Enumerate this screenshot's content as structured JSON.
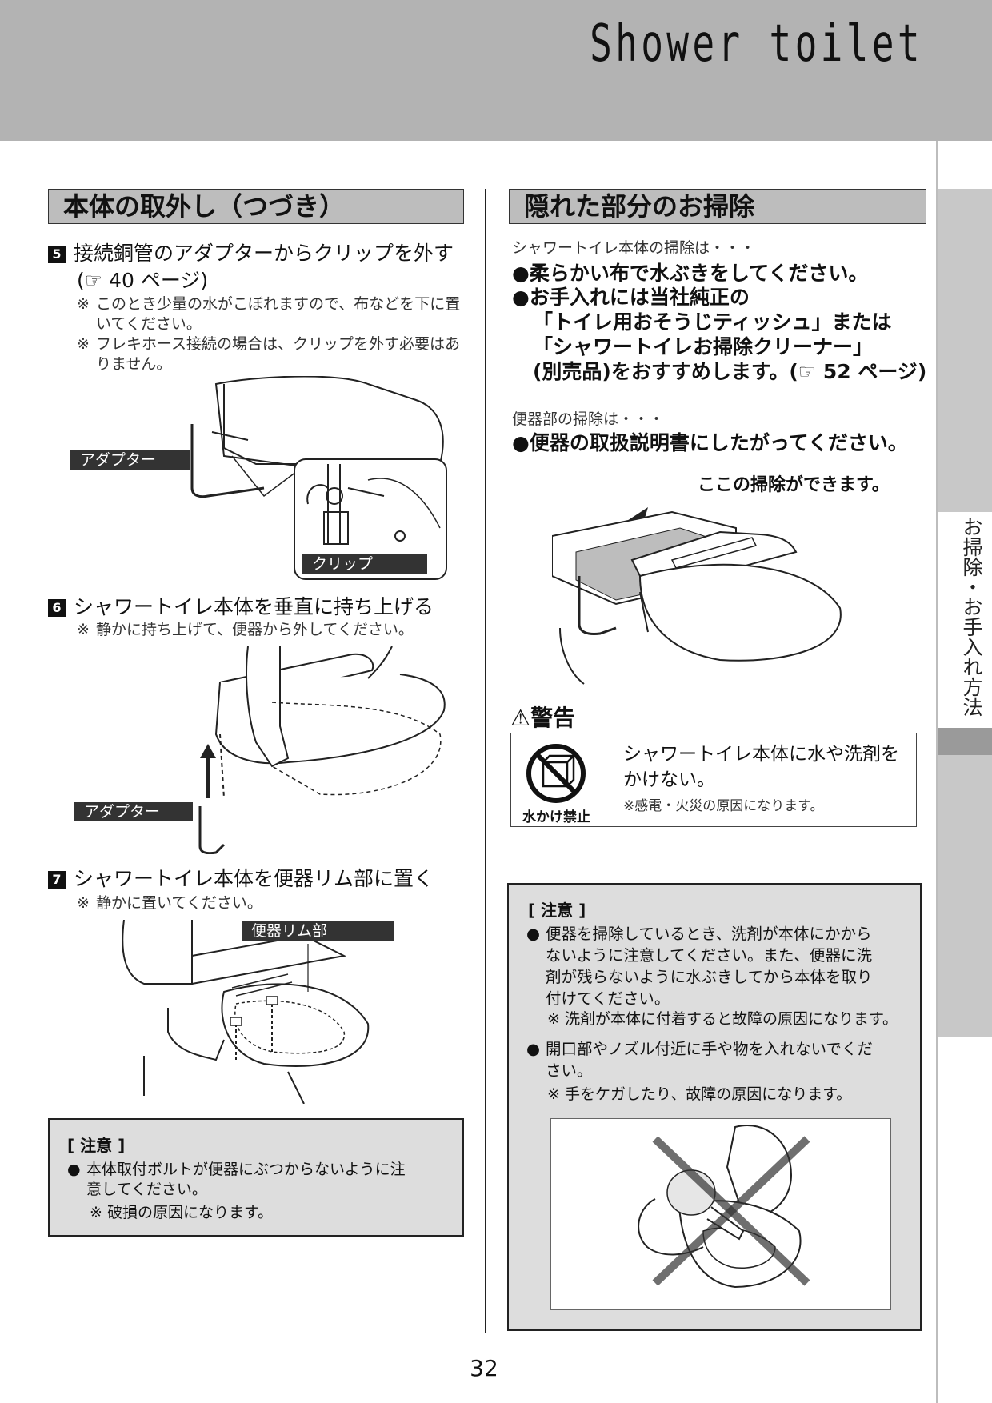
{
  "header": {
    "brand": "Shower toilet"
  },
  "side_tab": {
    "text": "お掃除・お手入れ方法"
  },
  "left": {
    "title": "本体の取外し（つづき）",
    "step5": {
      "num": "5",
      "line1": "接続銅管のアダプターからクリップを外す",
      "line2": "(☞ 40 ページ)",
      "notes": [
        {
          "mark": "※",
          "text": "このとき少量の水がこぼれますので、布などを下に置いてください。"
        },
        {
          "mark": "※",
          "text": "フレキホース接続の場合は、クリップを外す必要はありません。"
        }
      ],
      "label_adapter": "アダプター",
      "label_clip": "クリップ"
    },
    "step6": {
      "num": "6",
      "line1": "シャワートイレ本体を垂直に持ち上げる",
      "note": {
        "mark": "※",
        "text": "静かに持ち上げて、便器から外してください。"
      },
      "label_adapter": "アダプター"
    },
    "step7": {
      "num": "7",
      "line1": "シャワートイレ本体を便器リム部に置く",
      "note": {
        "mark": "※",
        "text": "静かに置いてください。"
      },
      "label_rim": "便器リム部"
    },
    "caution": {
      "title": "[ 注意 ]",
      "bullet": "●",
      "line1": "本体取付ボルトが便器にぶつからないように注",
      "line2": "意してください。",
      "sub": "※ 破損の原因になります。"
    }
  },
  "right": {
    "title": "隠れた部分のお掃除",
    "intro1": "シャワートイレ本体の掃除は・・・",
    "bullets1": [
      {
        "mark": "●",
        "lines": [
          "柔らかい布で水ぶきをしてください。"
        ]
      },
      {
        "mark": "●",
        "lines": [
          "お手入れには当社純正の",
          "「トイレ用おそうじティッシュ」または",
          "「シャワートイレお掃除クリーナー」",
          "(別売品)をおすすめします。(☞ 52 ページ)"
        ]
      }
    ],
    "intro2": "便器部の掃除は・・・",
    "bullet2": {
      "mark": "●",
      "text": "便器の取扱説明書にしたがってください。"
    },
    "callout": "ここの掃除ができます。",
    "warning": {
      "title": "警告",
      "icon_label": "水かけ禁止",
      "line1": "シャワートイレ本体に水や洗剤を",
      "line2": "かけない。",
      "sub": "※感電・火災の原因になります。"
    },
    "caution": {
      "title": "[ 注意 ]",
      "items": [
        {
          "mark": "●",
          "lines": [
            "便器を掃除しているとき、洗剤が本体にかから",
            "ないように注意してください。また、便器に洗",
            "剤が残らないように水ぶきしてから本体を取り",
            "付けてください。"
          ],
          "sub": "※ 洗剤が本体に付着すると故障の原因になります。"
        },
        {
          "mark": "●",
          "lines": [
            "開口部やノズル付近に手や物を入れないでくだ",
            "さい。"
          ],
          "sub": "※ 手をケガしたり、故障の原因になります。"
        }
      ]
    }
  },
  "page_number": "32"
}
